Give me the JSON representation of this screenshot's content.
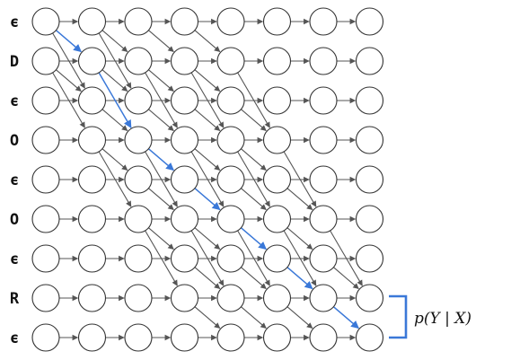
{
  "diagram": {
    "row_labels": [
      "ϵ",
      "D",
      "ϵ",
      "O",
      "ϵ",
      "O",
      "ϵ",
      "R",
      "ϵ"
    ],
    "columns": 8,
    "probability_label": "p(Y | X)",
    "colors": {
      "gray_edge": "#555555",
      "highlight_edge": "#3a78d8",
      "node_stroke": "#333333",
      "bracket": "#3a78d8"
    }
  }
}
